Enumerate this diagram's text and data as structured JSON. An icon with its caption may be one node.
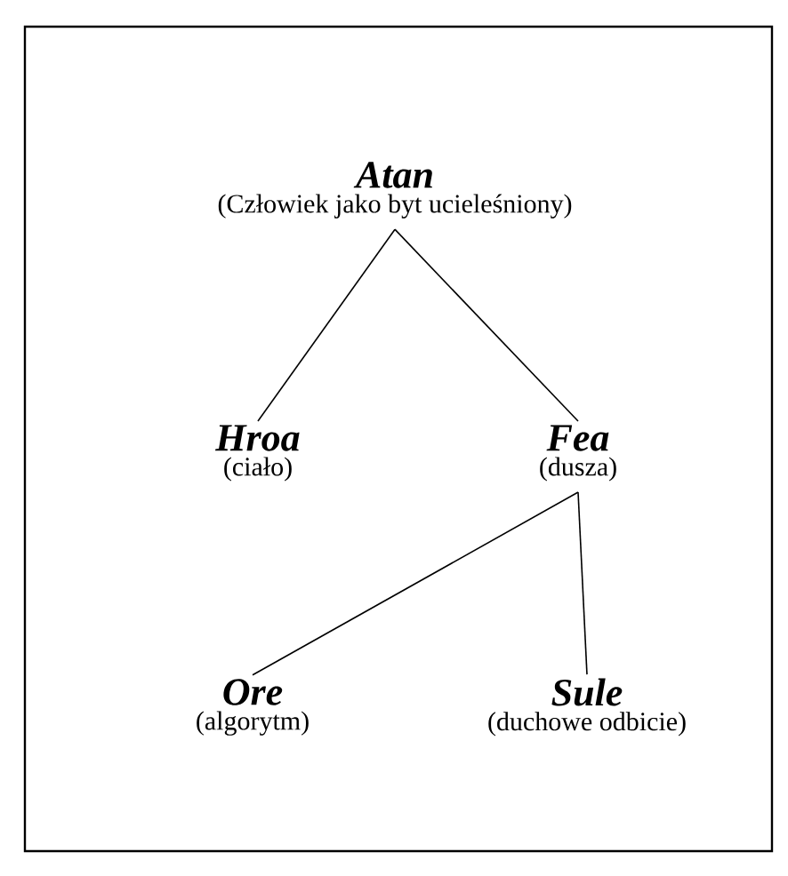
{
  "diagram": {
    "nodes": [
      {
        "text": [
          "Atan",
          "(Człowiek jako byt ucieleśniony)"
        ]
      },
      {
        "text": [
          "Hroa",
          "(ciało)"
        ]
      },
      {
        "text": [
          "Fea",
          "(dusza)"
        ]
      },
      {
        "text": [
          "Ore",
          "(algorytm)"
        ]
      },
      {
        "text": [
          "Sule",
          "(duchowe odbicie)"
        ]
      }
    ],
    "edges": [
      {
        "from": 0,
        "to": 1,
        "arrow": "none"
      },
      {
        "from": 0,
        "to": 2,
        "arrow": "none"
      },
      {
        "from": 2,
        "to": 3,
        "arrow": "none"
      },
      {
        "from": 2,
        "to": 4,
        "arrow": "none"
      }
    ]
  }
}
